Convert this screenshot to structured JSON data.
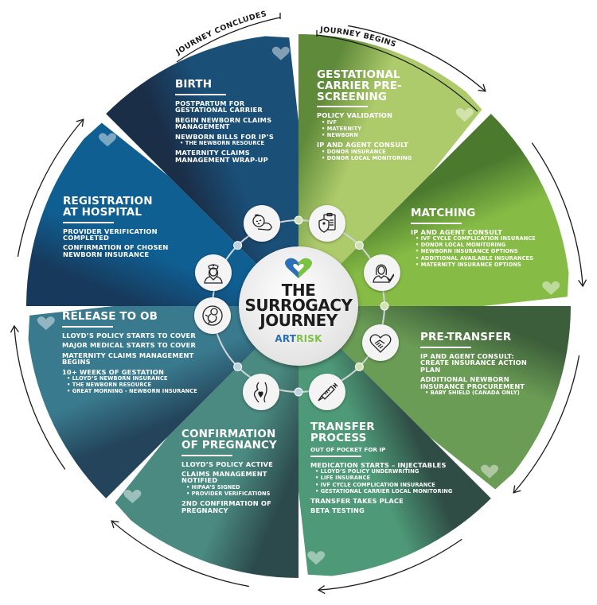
{
  "arc_labels": {
    "begins": "JOURNEY BEGINS",
    "concludes": "JOURNEY CONCLUDES"
  },
  "center": {
    "title_lines": [
      "THE",
      "SURROGACY",
      "JOURNEY"
    ],
    "brand_part1": "ART",
    "brand_part2": "RISK",
    "brand_colors": {
      "art": "#2a6fb8",
      "risk": "#7cc242"
    },
    "logo_icon": "heart-hands-icon"
  },
  "segments": [
    {
      "id": "gestational-carrier-pre-screening",
      "title": "GESTATIONAL CARRIER PRE-SCREENING",
      "color_light": "#aecb6b",
      "color_dark": "#5f8a3a",
      "icon": "clipboard-shield-icon",
      "items": [
        {
          "head": "POLICY VALIDATION",
          "bullets": [
            "IVF",
            "MATERNITY",
            "NEWBORN"
          ]
        },
        {
          "head": "IP AND AGENT CONSULT",
          "bullets": [
            "DONOR INSURANCE",
            "DONOR LOCAL MONITORING"
          ]
        }
      ]
    },
    {
      "id": "matching",
      "title": "MATCHING",
      "color_light": "#86bc45",
      "color_dark": "#4b7a2f",
      "icon": "woman-checkmark-icon",
      "items": [
        {
          "head": "IP AND AGENT CONSULT",
          "bullets": [
            "IVF CYCLE COMPLICATION INSURANCE",
            "DONOR LOCAL MONITORING",
            "NEWBORN INSURANCE OPTIONS",
            "ADDITIONAL AVAILABLE INSURANCES",
            "MATERNITY INSURANCE OPTIONS"
          ]
        }
      ]
    },
    {
      "id": "pre-transfer",
      "title": "PRE-TRANSFER",
      "color_light": "#6a9c55",
      "color_dark": "#3d5e3a",
      "icon": "heart-handshake-icon",
      "items": [
        {
          "head": "IP AND AGENT CONSULT: CREATE INSURANCE ACTION PLAN",
          "bullets": []
        },
        {
          "head": "ADDITIONAL NEWBORN INSURANCE PROCUREMENT",
          "bullets": [
            "BABY SHIELD (CANADA ONLY)"
          ]
        }
      ]
    },
    {
      "id": "transfer-process",
      "title": "TRANSFER PROCESS",
      "subtitle": "OUT OF POCKET FOR IP",
      "color_light": "#4e9a78",
      "color_dark": "#2f4d45",
      "icon": "syringe-icon",
      "items": [
        {
          "head": "MEDICATION STARTS – INJECTABLES",
          "bullets": [
            "LLOYD’S POLICY UNDERWRITING",
            "LIFE INSURANCE",
            "IVF CYCLE COMPLICATION INSURANCE",
            "GESTATIONAL CARRIER LOCAL MONITORING"
          ]
        },
        {
          "head": "TRANSFER TAKES PLACE",
          "bullets": []
        },
        {
          "head": "BETA TESTING",
          "bullets": []
        }
      ]
    },
    {
      "id": "confirmation-of-pregnancy",
      "title": "CONFIRMATION OF PREGNANCY",
      "color_light": "#4a8a80",
      "color_dark": "#2c4a4c",
      "icon": "pregnant-belly-icon",
      "items": [
        {
          "head": "LLOYD’S POLICY ACTIVE",
          "bullets": []
        },
        {
          "head": "CLAIMS MANAGEMENT NOTIFIED",
          "bullets": [
            "HIPAA’S SIGNED",
            "PROVIDER VERIFICATIONS"
          ]
        },
        {
          "head": "2ND CONFIRMATION OF PREGNANCY",
          "bullets": []
        }
      ]
    },
    {
      "id": "release-to-ob",
      "title": "RELEASE TO OB",
      "color_light": "#3a7a8e",
      "color_dark": "#23445a",
      "icon": "fetus-icon",
      "items": [
        {
          "head": "LLOYD’S POLICY STARTS TO COVER",
          "bullets": []
        },
        {
          "head": "MAJOR MEDICAL STARTS TO COVER",
          "bullets": []
        },
        {
          "head": "MATERNITY CLAIMS MANAGEMENT BEGINS",
          "bullets": []
        },
        {
          "head": "10+ WEEKS OF GESTATION",
          "bullets": [
            "LLOYD’S NEWBORN INSURANCE",
            "THE NEWBORN RESOURCE",
            "GREAT MORNING - NEWBORN INSURANCE"
          ]
        }
      ]
    },
    {
      "id": "registration-at-hospital",
      "title": "REGISTRATION AT HOSPITAL",
      "color_light": "#0f5f93",
      "color_dark": "#173a5c",
      "icon": "nurse-icon",
      "items": [
        {
          "head": "PROVIDER VERIFICATION COMPLETED",
          "bullets": []
        },
        {
          "head": "CONFIRMATION OF CHOSEN NEWBORN INSURANCE",
          "bullets": []
        }
      ]
    },
    {
      "id": "birth",
      "title": "BIRTH",
      "color_light": "#1a4f78",
      "color_dark": "#1a2e48",
      "icon": "sleeping-baby-icon",
      "items": [
        {
          "head": "POSTPARTUM FOR GESTATIONAL CARRIER",
          "bullets": []
        },
        {
          "head": "BEGIN NEWBORN CLAIMS MANAGEMENT",
          "bullets": []
        },
        {
          "head": "NEWBORN BILLS FOR IP’S",
          "bullets": [
            "THE NEWBORN RESOURCE"
          ]
        },
        {
          "head": "MATERNITY CLAIMS MANAGEMENT WRAP-UP",
          "bullets": []
        }
      ]
    }
  ]
}
